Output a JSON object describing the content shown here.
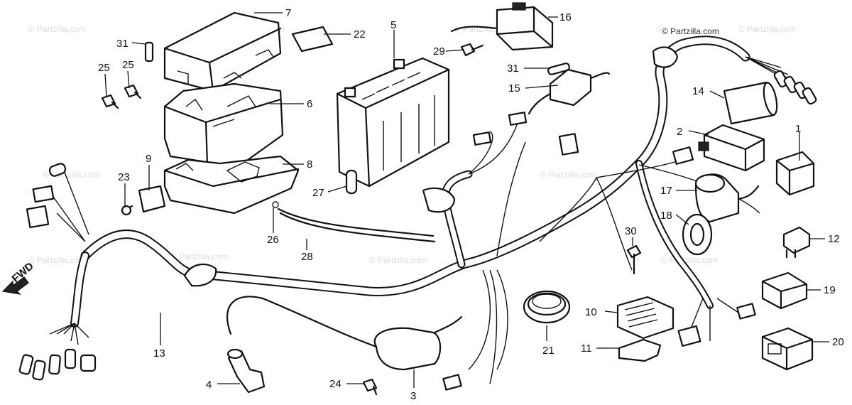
{
  "watermark": "© Partzilla.com",
  "direction_label": "FWD",
  "callouts": [
    "1",
    "2",
    "3",
    "4",
    "5",
    "6",
    "7",
    "8",
    "9",
    "10",
    "11",
    "12",
    "13",
    "14",
    "15",
    "16",
    "17",
    "18",
    "19",
    "20",
    "21",
    "22",
    "23",
    "24",
    "25",
    "25",
    "26",
    "27",
    "28",
    "29",
    "30",
    "31",
    "31"
  ]
}
